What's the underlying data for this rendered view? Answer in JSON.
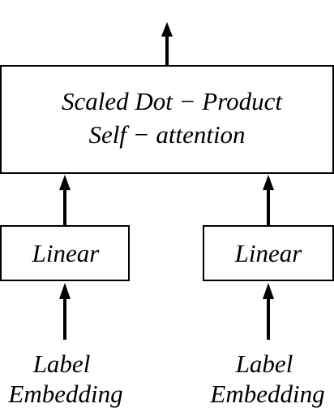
{
  "diagram": {
    "attention_box": {
      "line1": "Scaled Dot − Product",
      "line2": "Self − attention"
    },
    "left_branch": {
      "linear": "Linear",
      "input_line1": "Label",
      "input_line2": "Embedding"
    },
    "right_branch": {
      "linear": "Linear",
      "input_line1": "Label",
      "input_line2": "Embedding"
    }
  },
  "colors": {
    "stroke": "#000000",
    "background": "#ffffff"
  }
}
